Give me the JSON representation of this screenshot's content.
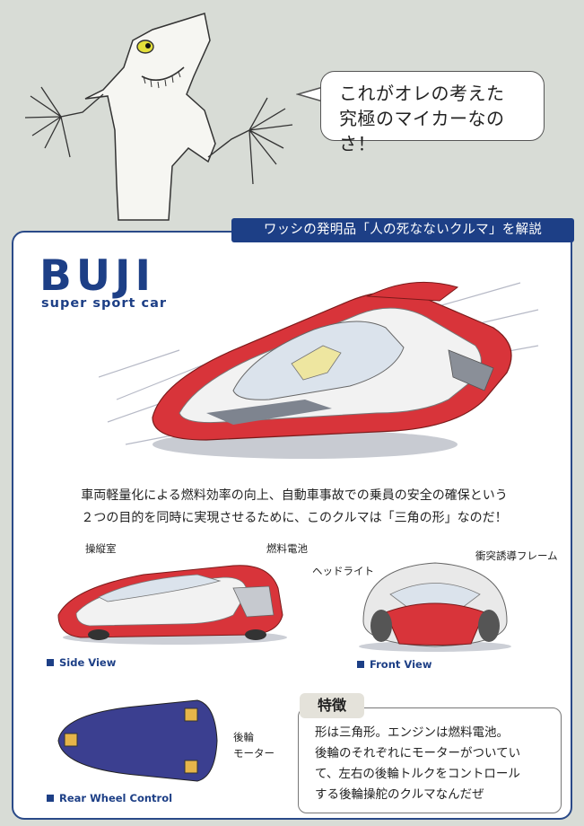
{
  "speech_bubble": {
    "line1": "これがオレの考えた",
    "line2": "究極のマイカーなのさ！"
  },
  "header_banner": "ワッシの発明品「人の死なないクルマ」を解説",
  "logo": {
    "title": "BUJI",
    "subtitle": "super sport car"
  },
  "description": {
    "line1": "車両軽量化による燃料効率の向上、自動車事故での乗員の安全の確保という",
    "line2": "２つの目的を同時に実現させるために、このクルマは「三角の形」なのだ！"
  },
  "side_view": {
    "label": "Side View",
    "callouts": [
      "操縦室",
      "燃料電池"
    ]
  },
  "front_view": {
    "label": "Front View",
    "callouts": [
      "ヘッドライト",
      "衝突誘導フレーム"
    ]
  },
  "rear_view": {
    "label": "Rear Wheel Control",
    "callout_line1": "後輪",
    "callout_line2": "モーター"
  },
  "features": {
    "title": "特徴",
    "lines": [
      "形は三角形。エンジンは燃料電池。",
      "後輪のそれぞれにモーターがついてい",
      "て、左右の後輪トルクをコントロール",
      "する後輪操舵のクルマなんだぜ"
    ]
  },
  "colors": {
    "brand_blue": "#1d3f86",
    "car_red": "#d8343a",
    "background": "#d8dcd6"
  }
}
